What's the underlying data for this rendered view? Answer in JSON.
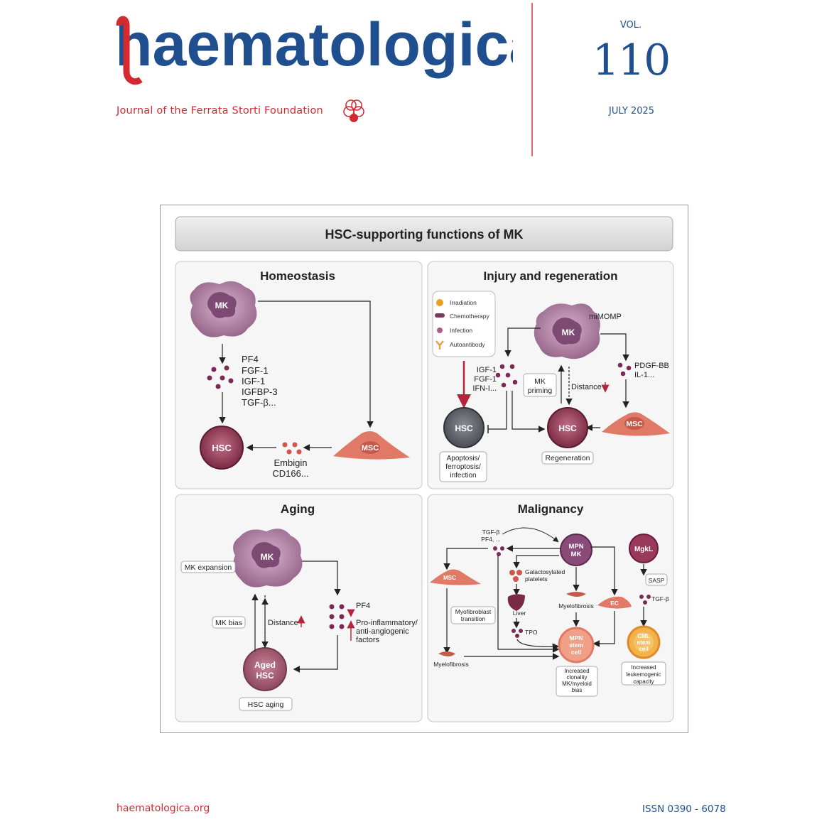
{
  "journal": {
    "name": "haematologica",
    "subtitle": "Journal of the Ferrata Storti Foundation",
    "url": "haematologica.org",
    "issn": "ISSN 0390 - 6078"
  },
  "issue": {
    "vol_label": "VOL.",
    "vol_number": "110",
    "date": "JULY 2025"
  },
  "colors": {
    "brand_red": "#d42a2f",
    "brand_blue": "#1f4f8e",
    "mk_purple": "#9a6a8e",
    "hsc_maroon": "#7a2a45",
    "msc_orange": "#e07a66"
  },
  "figure": {
    "title": "HSC-supporting functions of MK",
    "homeostasis": {
      "heading": "Homeostasis",
      "mk": "MK",
      "hsc": "HSC",
      "msc": "MSC",
      "factors": [
        "PF4",
        "FGF-1",
        "IGF-1",
        "IGFBP-3",
        "TGF-β..."
      ],
      "msc_factors": [
        "Embigin",
        "CD166..."
      ]
    },
    "injury": {
      "heading": "Injury and regeneration",
      "legend": [
        "Irradiation",
        "Chemotherapy",
        "Infection",
        "Autoantibody"
      ],
      "mk": "MK",
      "mimomp": "miMOMP",
      "factors": [
        "IGF-1",
        "FGF-1",
        "IFN-I..."
      ],
      "mk_priming": [
        "MK",
        "priming"
      ],
      "distance": "Distance",
      "msc_factors": [
        "PDGF-BB",
        "IL-1..."
      ],
      "dead_hsc": "HSC",
      "hsc": "HSC",
      "msc": "MSC",
      "apoptosis": [
        "Apoptosis/",
        "ferroptosis/",
        "infection"
      ],
      "regeneration": "Regeneration"
    },
    "aging": {
      "heading": "Aging",
      "mk": "MK",
      "mk_expansion": "MK expansion",
      "mk_bias": "MK bias",
      "distance": "Distance",
      "pf4": "PF4",
      "factors": [
        "Pro-inflammatory/",
        "anti-angiogenic",
        "factors"
      ],
      "aged_hsc": [
        "Aged",
        "HSC"
      ],
      "hsc_aging": "HSC aging"
    },
    "malignancy": {
      "heading": "Malignancy",
      "tgf": [
        "TGF-β",
        "PF4, ..."
      ],
      "mpn_mk": [
        "MPN",
        "MK"
      ],
      "mgkl": "MgkL",
      "msc": "MSC",
      "galacto": [
        "Galactosylated",
        "platelets"
      ],
      "sasp": "SASP",
      "tgf2": "TGF-β",
      "myofib_transition": [
        "Myofibroblast",
        "transition"
      ],
      "liver": "Liver",
      "myelofibrosis_mid": "Myelofibrosis",
      "ec": "EC",
      "tpo": "TPO",
      "mpn_stem": [
        "MPN",
        "stem",
        "cell"
      ],
      "cml_stem": [
        "CML",
        "stem",
        "cell"
      ],
      "myelofibrosis_left": "Myelofibrosis",
      "clonality": [
        "Increased",
        "clonality",
        "MK/myeloid",
        "bias"
      ],
      "leukemo": [
        "Increased",
        "leukemogenic",
        "capacity"
      ]
    }
  }
}
